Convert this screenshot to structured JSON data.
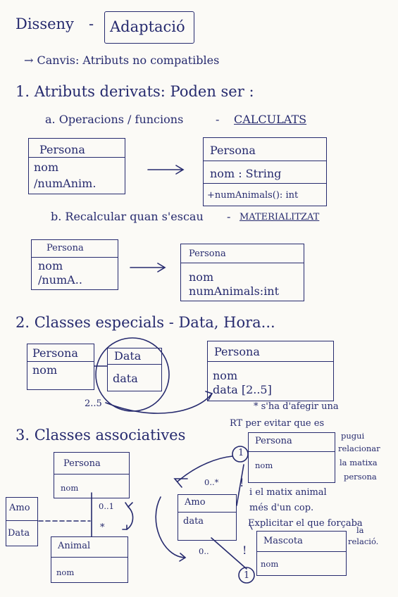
{
  "title": {
    "left": "Disseny",
    "dash": "-",
    "right": "Adaptació"
  },
  "intro": "→ Canvis: Atributs no compatibles",
  "s1": {
    "heading": "1. Atributs derivats: Poden ser :",
    "a": {
      "label": "a. Operacions / funcions",
      "dash": "-",
      "tag": "CALCULATS"
    },
    "a_left": {
      "name": "Persona",
      "attrs": [
        "nom",
        "/numAnim."
      ]
    },
    "a_right": {
      "name": "Persona",
      "attr1": "nom : String",
      "op": "+numAnimals(): int"
    },
    "b": {
      "label": "b. Recalcular quan s'escau",
      "dash": "-",
      "tag": "MATERIALITZAT"
    },
    "b_left": {
      "name": "Persona",
      "attrs": [
        "nom",
        "/numA.."
      ]
    },
    "b_right": {
      "name": "Persona",
      "attrs": [
        "nom",
        "numAnimals:int"
      ]
    }
  },
  "s2": {
    "heading": "2. Classes especials - Data, Hora...",
    "persona": {
      "name": "Persona",
      "attr": "nom"
    },
    "data": {
      "name": "Data",
      "attr": "data"
    },
    "mult": "2..5",
    "right": {
      "name": "Persona",
      "attrs": [
        "nom",
        "data [2..5]"
      ]
    }
  },
  "s3": {
    "heading": "3. Classes associatives",
    "persona": {
      "name": "Persona",
      "attr": "nom"
    },
    "animal": {
      "name": "Animal",
      "attr": "nom"
    },
    "amo_assoc": {
      "name": "Amo",
      "attr": "Data"
    },
    "mult_top": "0..1",
    "mult_bottom": "*",
    "amo": {
      "name": "Amo",
      "attr": "data"
    },
    "persona2": {
      "name": "Persona",
      "attr": "nom"
    },
    "mascota": {
      "name": "Mascota",
      "attr": "nom"
    },
    "one_top": "1",
    "one_bottom": "1",
    "m_zero_star": "0..*",
    "m_zero_bottom": "0..",
    "excl1": "!",
    "excl2": "!"
  },
  "notes": {
    "n1": [
      "* s'ha d'afegir una",
      "RT per evitar que es",
      "pugui",
      "relacionar",
      "la matixa",
      "persona"
    ],
    "n2": [
      "i el matix animal",
      "més d'un cop.",
      "Explicitar el que forçaba",
      "la",
      "relació."
    ]
  }
}
